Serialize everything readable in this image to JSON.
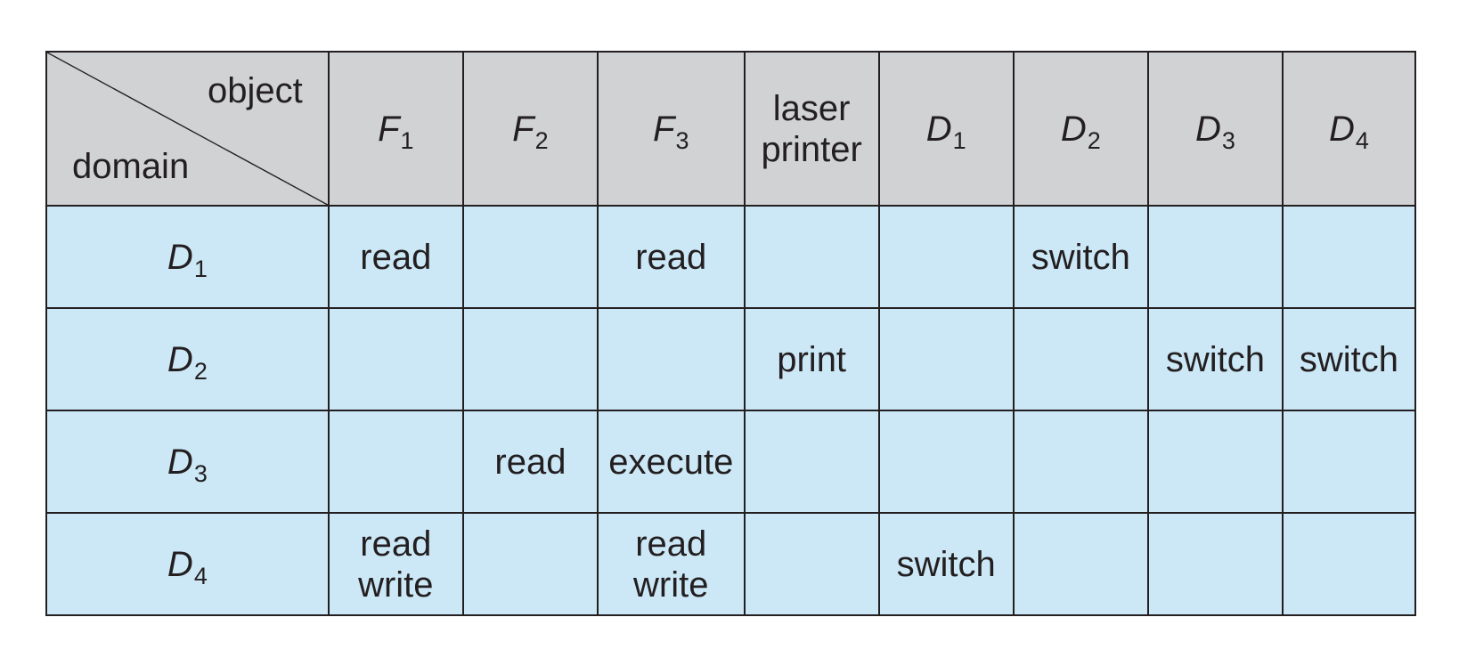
{
  "matrix": {
    "corner": {
      "object_label": "object",
      "domain_label": "domain"
    },
    "columns": [
      {
        "letter": "F",
        "sub": "1",
        "text": ""
      },
      {
        "letter": "F",
        "sub": "2",
        "text": ""
      },
      {
        "letter": "F",
        "sub": "3",
        "text": ""
      },
      {
        "letter": "",
        "sub": "",
        "text": "laser\nprinter"
      },
      {
        "letter": "D",
        "sub": "1",
        "text": ""
      },
      {
        "letter": "D",
        "sub": "2",
        "text": ""
      },
      {
        "letter": "D",
        "sub": "3",
        "text": ""
      },
      {
        "letter": "D",
        "sub": "4",
        "text": ""
      }
    ],
    "rows": [
      {
        "letter": "D",
        "sub": "1",
        "cells": [
          "read",
          "",
          "read",
          "",
          "",
          "switch",
          "",
          ""
        ]
      },
      {
        "letter": "D",
        "sub": "2",
        "cells": [
          "",
          "",
          "",
          "print",
          "",
          "",
          "switch",
          "switch"
        ]
      },
      {
        "letter": "D",
        "sub": "3",
        "cells": [
          "",
          "read",
          "execute",
          "",
          "",
          "",
          "",
          ""
        ]
      },
      {
        "letter": "D",
        "sub": "4",
        "cells": [
          "read\nwrite",
          "",
          "read\nwrite",
          "",
          "switch",
          "",
          "",
          ""
        ]
      }
    ],
    "colors": {
      "header_fill": "#d1d2d4",
      "body_fill": "#cce8f7",
      "border": "#231f20"
    }
  }
}
